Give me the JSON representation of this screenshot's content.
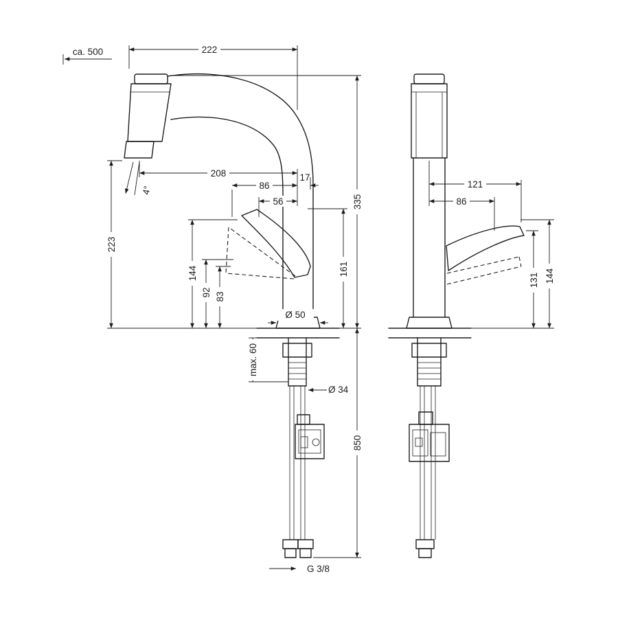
{
  "drawing": {
    "type": "faucet-dimensional-drawing",
    "background_color": "#ffffff",
    "line_color": "#1c1c1c",
    "views": [
      "side-view-pullout-spray",
      "front-view"
    ]
  },
  "dims": {
    "left": {
      "pullout_length": "ca. 500",
      "w222": "222",
      "w208": "208",
      "w86": "86",
      "w17": "17",
      "w56": "56",
      "angle": "4°",
      "h223": "223",
      "h335": "335",
      "h161": "161",
      "h144": "144",
      "h92": "92",
      "h83": "83",
      "dia_base": "Ø 50",
      "clamp_range": "max. 60",
      "dia_shank": "Ø 34",
      "hose_length": "850",
      "thread": "G 3/8"
    },
    "right": {
      "w121": "121",
      "w86": "86",
      "h131": "131",
      "h144": "144"
    }
  }
}
